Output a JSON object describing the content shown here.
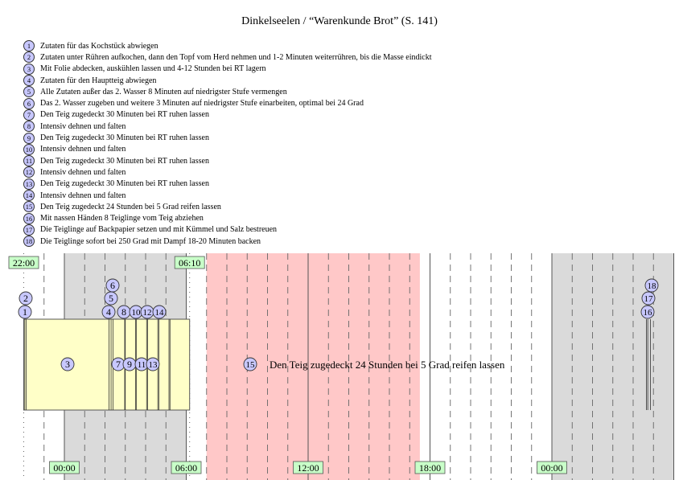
{
  "title": "Dinkelseelen / “Warenkunde Brot” (S. 141)",
  "steps": [
    {
      "n": "1",
      "text": "Zutaten für das Kochstück abwiegen"
    },
    {
      "n": "2",
      "text": "Zutaten unter Rühren aufkochen, dann den Topf vom Herd nehmen und 1-2 Minuten weiterrühren, bis die Masse eindickt"
    },
    {
      "n": "3",
      "text": "Mit Folie abdecken, auskühlen lassen und 4-12 Stunden bei RT lagern"
    },
    {
      "n": "4",
      "text": "Zutaten für den Hauptteig abwiegen"
    },
    {
      "n": "5",
      "text": "Alle Zutaten außer das 2. Wasser 8 Minuten auf niedrigster Stufe vermengen"
    },
    {
      "n": "6",
      "text": "Das 2. Wasser zugeben und weitere 3 Minuten auf niedrigster Stufe einarbeiten, optimal bei 24 Grad"
    },
    {
      "n": "7",
      "text": "Den Teig zugedeckt 30 Minuten bei RT ruhen lassen"
    },
    {
      "n": "8",
      "text": "Intensiv dehnen und falten"
    },
    {
      "n": "9",
      "text": "Den Teig zugedeckt 30 Minuten bei RT ruhen lassen"
    },
    {
      "n": "10",
      "text": "Intensiv dehnen und falten"
    },
    {
      "n": "11",
      "text": "Den Teig zugedeckt 30 Minuten bei RT ruhen lassen"
    },
    {
      "n": "12",
      "text": "Intensiv dehnen und falten"
    },
    {
      "n": "13",
      "text": "Den Teig zugedeckt 30 Minuten bei RT ruhen lassen"
    },
    {
      "n": "14",
      "text": "Intensiv dehnen und falten"
    },
    {
      "n": "15",
      "text": "Den Teig zugedeckt 24 Stunden bei 5 Grad reifen lassen"
    },
    {
      "n": "16",
      "text": "Mit nassen Händen 8 Teiglinge vom Teig abziehen"
    },
    {
      "n": "17",
      "text": "Die Teiglinge auf Backpapier setzen und mit Kümmel und Salz bestreuen"
    },
    {
      "n": "18",
      "text": "Die Teiglinge sofort bei 250 Grad mit Dampf 18-20 Minuten backen"
    }
  ],
  "timeline": {
    "start_label": "22:00",
    "end_label": "06:10",
    "hour_labels": [
      "00:00",
      "06:00",
      "12:00",
      "18:00",
      "00:00"
    ],
    "colors": {
      "bar": "#ffffc8",
      "night": "#dadada",
      "warm": "#ffc8c8",
      "marker": "#c8c8ff",
      "label_bg": "#c8ffc8"
    }
  }
}
